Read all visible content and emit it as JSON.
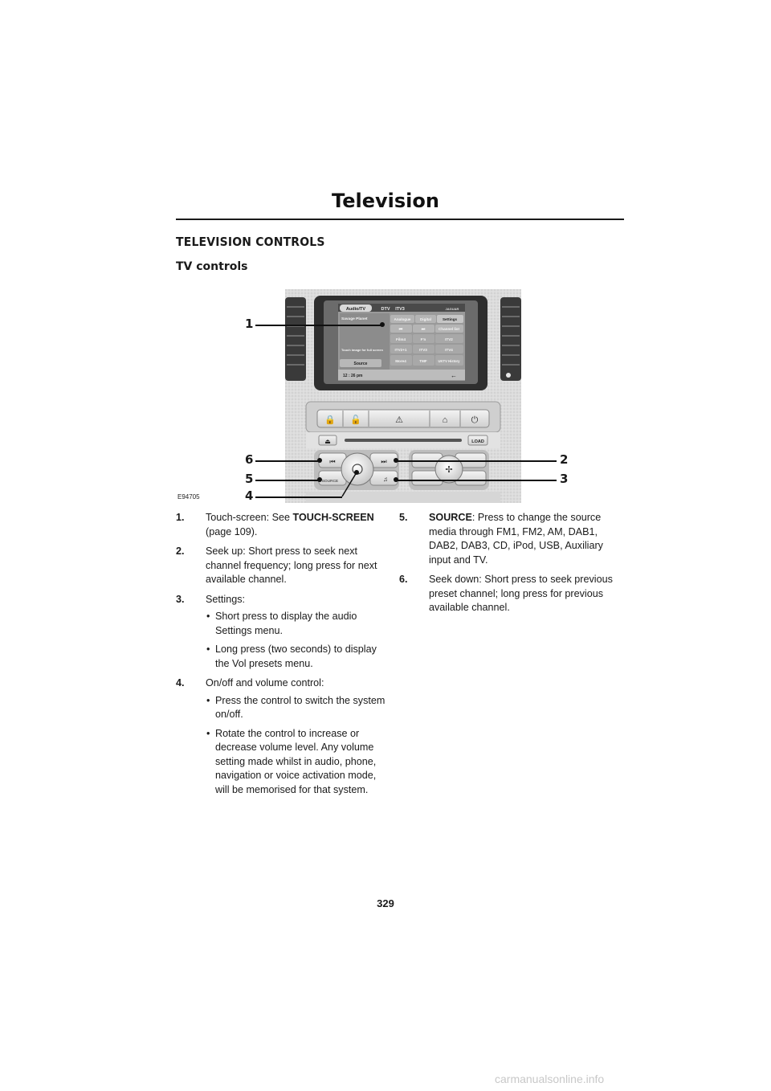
{
  "page": {
    "title": "Television",
    "section_heading": "TELEVISION CONTROLS",
    "sub_heading": "TV controls",
    "page_number": "329",
    "watermark": "carmanualsonline.info"
  },
  "figure": {
    "id": "E94705",
    "callouts": [
      "1",
      "2",
      "3",
      "4",
      "5",
      "6"
    ],
    "screen": {
      "tab_audio_tv": "Audio/TV",
      "header_dtv": "DTV",
      "header_channel": "ITV3",
      "brand": "JAGUAR",
      "program": "Savage Planet",
      "btn_analogue": "Analogue",
      "btn_digital": "Digital",
      "btn_settings": "Settings",
      "btn_channel_list": "Channel list",
      "ch_film4": "Film4",
      "ch_f_n": "F'n",
      "ch_itv2": "ITV2",
      "ch_itv2_1": "ITV2+1",
      "ch_itv3": "ITV3",
      "ch_itv4": "ITV4",
      "ch_more4": "More4",
      "ch_tmf": "TMF",
      "ch_uktv_history": "UKTV History",
      "touch_hint": "Touch image for full screen",
      "btn_source": "Source",
      "clock": "12 : 26 pm"
    },
    "panel": {
      "load": "LOAD",
      "source": "SOURCE"
    }
  },
  "items": {
    "i1": {
      "num": "1.",
      "text": "Touch-screen: See ",
      "ref": "TOUCH-SCREEN",
      "page": "(page 109)."
    },
    "i2": {
      "num": "2.",
      "text": " Seek up: Short press to seek next channel frequency; long press for next available channel."
    },
    "i3": {
      "num": "3.",
      "text": "Settings:",
      "b1": "Short press to display the audio Settings menu.",
      "b2": "Long press (two seconds) to display the Vol presets menu."
    },
    "i4": {
      "num": "4.",
      "text": "On/off and volume control:",
      "b1": "Press the control to switch the system on/off.",
      "b2": "Rotate the control to increase or decrease volume level. Any volume setting made whilst in audio, phone, navigation or voice activation mode, will be memorised for that system."
    },
    "i5": {
      "num": "5.",
      "key": "SOURCE",
      "text": ": Press to change the source media through FM1, FM2, AM, DAB1, DAB2, DAB3, CD, iPod, USB, Auxiliary input and TV."
    },
    "i6": {
      "num": "6.",
      "text": "Seek down: Short press to seek previous preset channel; long press for previous available channel."
    }
  }
}
